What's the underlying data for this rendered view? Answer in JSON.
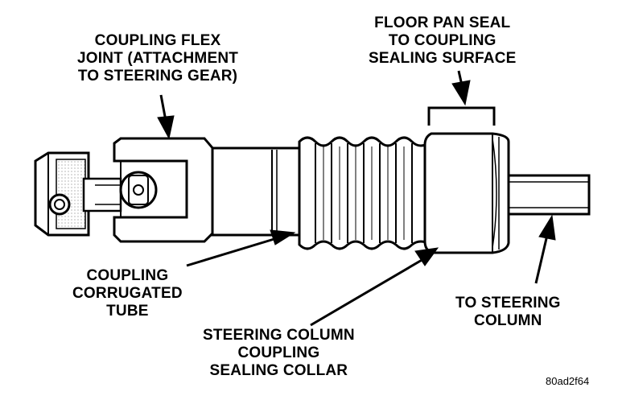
{
  "labels": {
    "flex_joint": [
      "COUPLING FLEX",
      "JOINT (ATTACHMENT",
      "TO STEERING GEAR)"
    ],
    "floor_seal": [
      "FLOOR PAN SEAL",
      "TO COUPLING",
      "SEALING SURFACE"
    ],
    "corrugated": [
      "COUPLING",
      "CORRUGATED",
      "TUBE"
    ],
    "collar": [
      "STEERING COLUMN",
      "COUPLING",
      "SEALING COLLAR"
    ],
    "to_column": [
      "TO STEERING",
      "COLUMN"
    ]
  },
  "figure_id": "80ad2f64"
}
